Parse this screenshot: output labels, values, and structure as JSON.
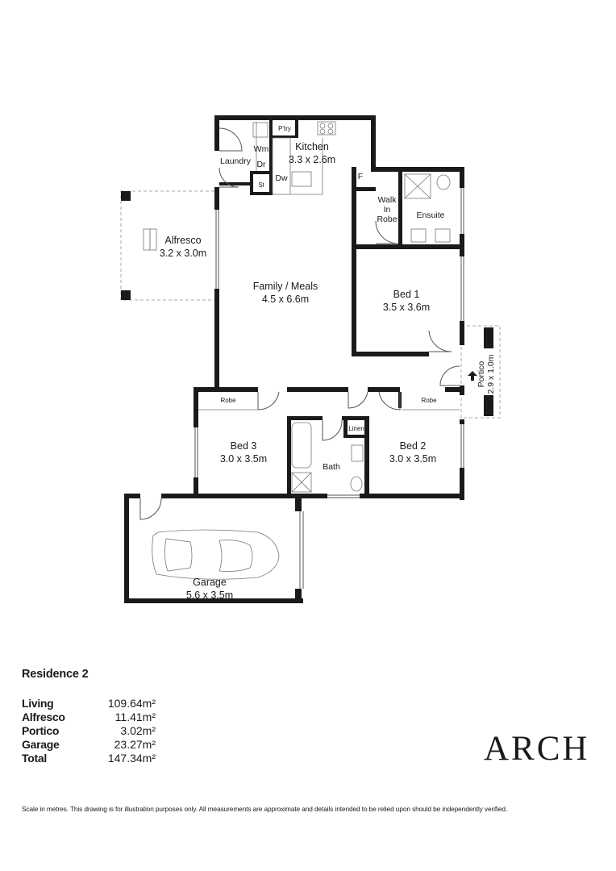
{
  "rooms": {
    "kitchen": {
      "name": "Kitchen",
      "dims": "3.3 x 2.6m"
    },
    "laundry": {
      "name": "Laundry"
    },
    "pantry": {
      "name": "P'try"
    },
    "wm": {
      "name": "Wm"
    },
    "dr": {
      "name": "Dr"
    },
    "st": {
      "name": "St"
    },
    "dw": {
      "name": "Dw"
    },
    "fridge": {
      "name": "F"
    },
    "walk_in_robe": {
      "line1": "Walk",
      "line2": "In",
      "line3": "Robe"
    },
    "ensuite": {
      "name": "Ensuite"
    },
    "alfresco": {
      "name": "Alfresco",
      "dims": "3.2 x 3.0m"
    },
    "family": {
      "name": "Family / Meals",
      "dims": "4.5 x 6.6m"
    },
    "bed1": {
      "name": "Bed 1",
      "dims": "3.5 x 3.6m"
    },
    "portico": {
      "name": "Portico",
      "dims": "2.9 x 1.0m"
    },
    "robe3": {
      "name": "Robe"
    },
    "robe2": {
      "name": "Robe"
    },
    "linen": {
      "name": "Linen"
    },
    "bed3": {
      "name": "Bed 3",
      "dims": "3.0 x 3.5m"
    },
    "bath": {
      "name": "Bath"
    },
    "bed2": {
      "name": "Bed 2",
      "dims": "3.0 x 3.5m"
    },
    "garage": {
      "name": "Garage",
      "dims": "5.6 x 3.5m"
    }
  },
  "legend": {
    "title": "Residence 2",
    "areas": [
      {
        "name": "Living",
        "value": "109.64m²"
      },
      {
        "name": "Alfresco",
        "value": "11.41m²"
      },
      {
        "name": "Portico",
        "value": "3.02m²"
      },
      {
        "name": "Garage",
        "value": "23.27m²"
      },
      {
        "name": "Total",
        "value": "147.34m²"
      }
    ]
  },
  "brand": {
    "logo": "ARCH"
  },
  "disclaimer": "Scale in metres. This drawing is for illustration purposes only. All measurements are approximate and details intended to be relied upon should be independently verified."
}
